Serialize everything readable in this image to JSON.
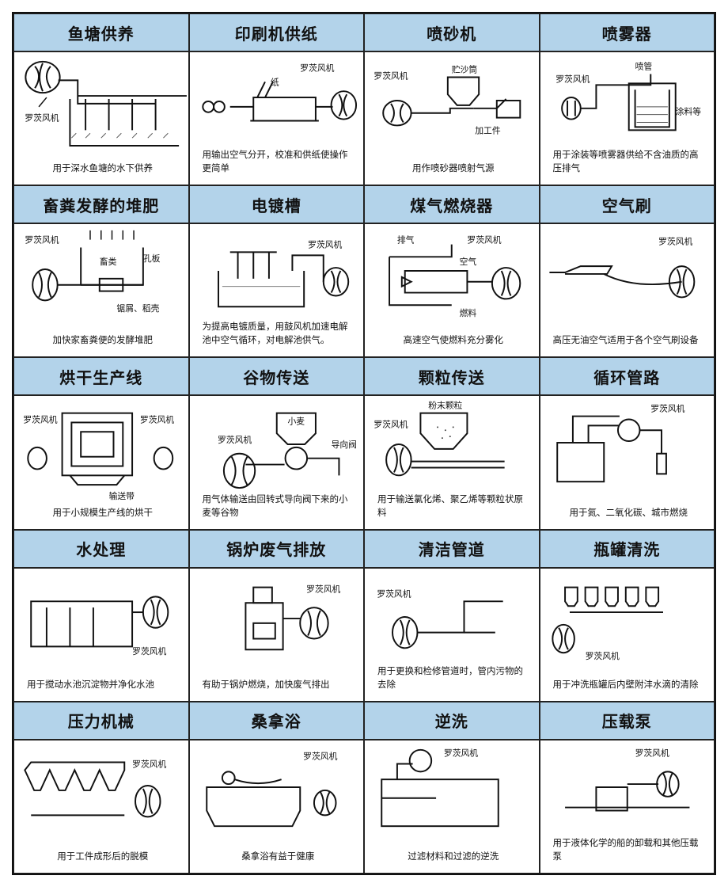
{
  "cells": [
    {
      "title": "鱼塘供养",
      "desc": "用于深水鱼塘的水下供养",
      "labels": [
        "罗茨风机"
      ]
    },
    {
      "title": "印刷机供纸",
      "desc": "用输出空气分开，校准和供纸使操作更简单",
      "labels": [
        "罗茨风机",
        "纸"
      ]
    },
    {
      "title": "喷砂机",
      "desc": "用作喷砂器喷射气源",
      "labels": [
        "罗茨风机",
        "贮沙筒",
        "加工件"
      ]
    },
    {
      "title": "喷雾器",
      "desc": "用于涂装等喷雾器供给不含油质的高压排气",
      "labels": [
        "罗茨风机",
        "喷管",
        "涂料等"
      ]
    },
    {
      "title": "畜粪发酵的堆肥",
      "desc": "加快家畜粪便的发酵堆肥",
      "labels": [
        "罗茨风机",
        "畜类",
        "孔板",
        "锯屑、稻壳"
      ]
    },
    {
      "title": "电镀槽",
      "desc": "为提高电镀质量，用鼓风机加速电解池中空气循环，对电解池供气。",
      "labels": [
        "罗茨风机"
      ]
    },
    {
      "title": "煤气燃烧器",
      "desc": "高速空气使燃料充分雾化",
      "labels": [
        "排气",
        "罗茨风机",
        "空气",
        "燃料"
      ]
    },
    {
      "title": "空气刷",
      "desc": "高压无油空气适用于各个空气刷设备",
      "labels": [
        "罗茨风机"
      ]
    },
    {
      "title": "烘干生产线",
      "desc": "用于小规模生产线的烘干",
      "labels": [
        "罗茨风机",
        "罗茨风机",
        "输送带"
      ]
    },
    {
      "title": "谷物传送",
      "desc": "用气体输送由回转式导向阀下来的小麦等谷物",
      "labels": [
        "小麦",
        "罗茨风机",
        "导向阀"
      ]
    },
    {
      "title": "颗粒传送",
      "desc": "用于输送氯化烯、聚乙烯等颗粒状原料",
      "labels": [
        "粉末颗粒",
        "罗茨风机"
      ]
    },
    {
      "title": "循环管路",
      "desc": "用于氮、二氧化碳、城市燃烧",
      "labels": [
        "罗茨风机"
      ]
    },
    {
      "title": "水处理",
      "desc": "用于搅动水池沉淀物并净化水池",
      "labels": [
        "罗茨风机"
      ]
    },
    {
      "title": "锅炉废气排放",
      "desc": "有助于锅炉燃烧，加快废气排出",
      "labels": [
        "罗茨风机"
      ]
    },
    {
      "title": "清洁管道",
      "desc": "用于更换和检修管道时，管内污物的去除",
      "labels": [
        "罗茨风机"
      ]
    },
    {
      "title": "瓶罐清洗",
      "desc": "用于冲洗瓶罐后内壁附沣水滴的清除",
      "labels": [
        "罗茨风机"
      ]
    },
    {
      "title": "压力机械",
      "desc": "用于工件成形后的脱模",
      "labels": [
        "罗茨风机"
      ]
    },
    {
      "title": "桑拿浴",
      "desc": "桑拿浴有益于健康",
      "labels": [
        "罗茨风机"
      ]
    },
    {
      "title": "逆洗",
      "desc": "过滤材料和过滤的逆洗",
      "labels": [
        "罗茨风机"
      ]
    },
    {
      "title": "压载泵",
      "desc": "用于液体化学的船的卸载和其他压载泵",
      "labels": [
        "罗茨风机"
      ]
    }
  ]
}
